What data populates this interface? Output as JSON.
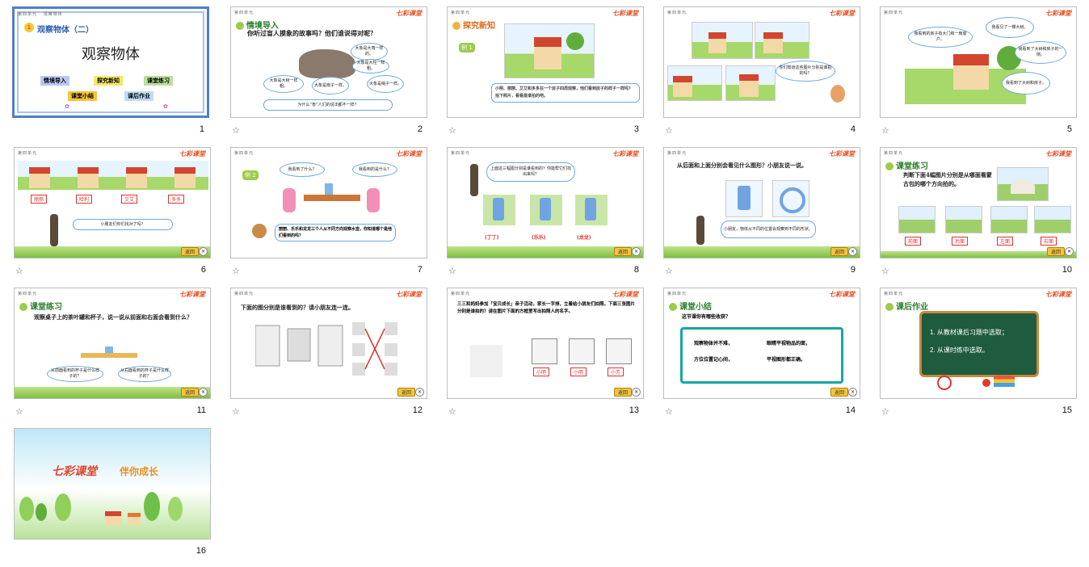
{
  "slides": [
    {
      "number": "1",
      "title_small": "观察物体（二）",
      "title_big": "观察物体",
      "buttons": [
        "情境导入",
        "探究新知",
        "课堂练习",
        "课堂小结",
        "课后作业"
      ]
    },
    {
      "number": "2",
      "header": "情境导入",
      "text": "你听过盲人摸象的故事吗？他们谁说得对呢？",
      "bubbles": [
        "大象是大墙一样的。",
        "大象是大树一样粗。",
        "大象是扇子一样。",
        "大象是绳子一样。",
        "大象是大柱一样粗。",
        "为什么“盲”人们的说法都不一样？"
      ]
    },
    {
      "number": "3",
      "header": "探究新知",
      "example": "例 1",
      "text": "小明、丽丽、艾艾和多多在一个房子四周观察，他们看到房子的样子一样吗？拍下照片，看看是谁拍的吧。"
    },
    {
      "number": "4",
      "bubble": "你们知道这些图片分别是谁拍的吗？"
    },
    {
      "number": "5",
      "bubbles": [
        "我看到的房子有大门和一扇窗户。",
        "我看见了一棵大树。",
        "我看到了大树和房子的一侧。",
        "我看到了大树和房子。"
      ]
    },
    {
      "number": "6",
      "names": [
        "丽丽",
        "哈利",
        "艾艾",
        "多多"
      ],
      "bubble": "小朋友们你们找对了吗？"
    },
    {
      "number": "7",
      "example": "例 2",
      "bubbles": [
        "我看到了什么？",
        "我看到的是什么？"
      ],
      "text": "丽丽、乐乐和龙龙三个人从不同方向观察水壶，你知道哪个是他们看到的吗？"
    },
    {
      "number": "8",
      "bubble": "上面这三幅图分别是谁看到的？你能帮它们找出来吗？",
      "names": [
        "(丁丁)",
        "(乐乐)",
        "(龙龙)"
      ]
    },
    {
      "number": "9",
      "text": "从后面和上面分别会看见什么图形？小朋友说一说。",
      "bubble": "小朋友，物体从不同的位置会观察到不同的形状。"
    },
    {
      "number": "10",
      "header": "课堂练习",
      "text": "判断下面4幅图片分别是从哪面看蒙古包的哪个方向拍的。",
      "labels": [
        "前面",
        "后面",
        "左面",
        "右面"
      ]
    },
    {
      "number": "11",
      "header": "课堂练习",
      "text": "观察桌子上的茶叶罐和杯子，说一说从前面和右面会看到什么？",
      "bubbles": [
        "从前面看到的杯子是什么样子的？",
        "从右面看到的杯子是什么样子的？"
      ]
    },
    {
      "number": "12",
      "text": "下面的图分别是谁看到的？请小朋友连一连。"
    },
    {
      "number": "13",
      "text": "三三和妈妈参加「宝贝成长」亲子活动，家长一字排，立着给小朋友们拍照。下面三张图片分别是谁拍的？请在图片下面的方框里写出拍照人的名字。",
      "names": [
        "小明",
        "小明",
        "小芳"
      ]
    },
    {
      "number": "14",
      "header": "课堂小结",
      "question": "这节课你有哪些收获？",
      "lines": [
        "观察物体并不难，",
        "眼睛平视物品的面，",
        "方位位置记心间，",
        "平视图形都正确。"
      ]
    },
    {
      "number": "15",
      "header": "课后作业",
      "items": [
        "1. 从教材课后习题中选取；",
        "2. 从课时练中选取。"
      ]
    },
    {
      "number": "16",
      "brand": "七彩课堂",
      "slogan": "伴你成长"
    }
  ],
  "common": {
    "logo": "七彩课堂",
    "back_label": "返回",
    "star": "☆"
  }
}
